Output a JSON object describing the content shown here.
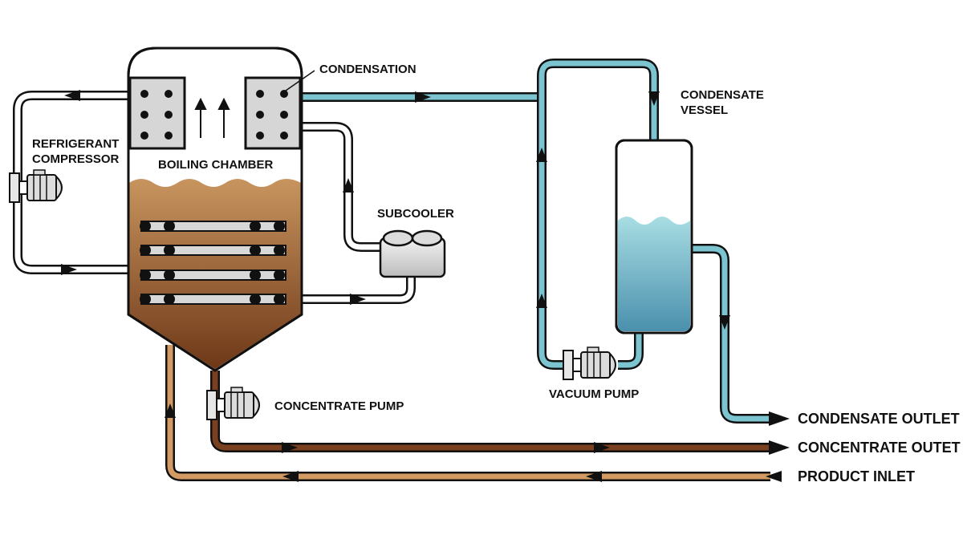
{
  "labels": {
    "condensation": "CONDENSATION",
    "condensate_vessel_line1": "CONDENSATE",
    "condensate_vessel_line2": "VESSEL",
    "refrigerant_compressor_line1": "REFRIGERANT",
    "refrigerant_compressor_line2": "COMPRESSOR",
    "boiling_chamber": "BOILING CHAMBER",
    "subcooler": "SUBCOOLER",
    "vacuum_pump": "VACUUM PUMP",
    "concentrate_pump": "CONCENTRATE PUMP",
    "condensate_outlet": "CONDENSATE OUTLET",
    "concentrate_outlet": "CONCENTRATE OUTET",
    "product_inlet": "PRODUCT INLET"
  },
  "colors": {
    "condensate_pipe": "#7cc4d0",
    "concentrate_pipe": "#7a4020",
    "product_pipe": "#d39a64",
    "refrigerant_pipe": "#ffffff",
    "liquid_top": "#c8945e",
    "liquid_bottom": "#7a4020",
    "water_top": "#a8dde3",
    "water_bottom": "#4a90ad",
    "coil_gray": "#d8d8d8",
    "outline": "#111111"
  }
}
